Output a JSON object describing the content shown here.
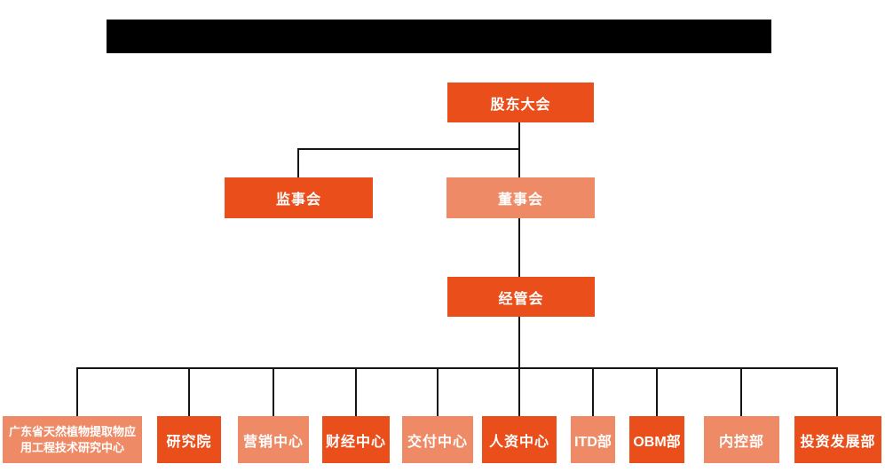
{
  "colors": {
    "primary_orange": "#EA4E1B",
    "light_orange": "#EF8A66",
    "connector_line": "#141414",
    "redaction_bar": "#000000",
    "background": "#FFFFFF",
    "box_text": "#FFFFFF"
  },
  "header": {
    "redacted_title_bar": true
  },
  "org_chart": {
    "level1": [
      {
        "label": "股东大会",
        "variant": "primary"
      }
    ],
    "level2": [
      {
        "label": "监事会",
        "variant": "primary"
      },
      {
        "label": "董事会",
        "variant": "light"
      }
    ],
    "level3": [
      {
        "label": "经管会",
        "variant": "primary"
      }
    ],
    "level4": [
      {
        "label": "广东省天然植物提取物应用工程技术研究中心",
        "variant": "light"
      },
      {
        "label": "研究院",
        "variant": "primary"
      },
      {
        "label": "营销中心",
        "variant": "light"
      },
      {
        "label": "财经中心",
        "variant": "primary"
      },
      {
        "label": "交付中心",
        "variant": "light"
      },
      {
        "label": "人资中心",
        "variant": "primary"
      },
      {
        "label": "ITD部",
        "variant": "light"
      },
      {
        "label": "OBM部",
        "variant": "primary"
      },
      {
        "label": "内控部",
        "variant": "light"
      },
      {
        "label": "投资发展部",
        "variant": "primary"
      }
    ]
  }
}
